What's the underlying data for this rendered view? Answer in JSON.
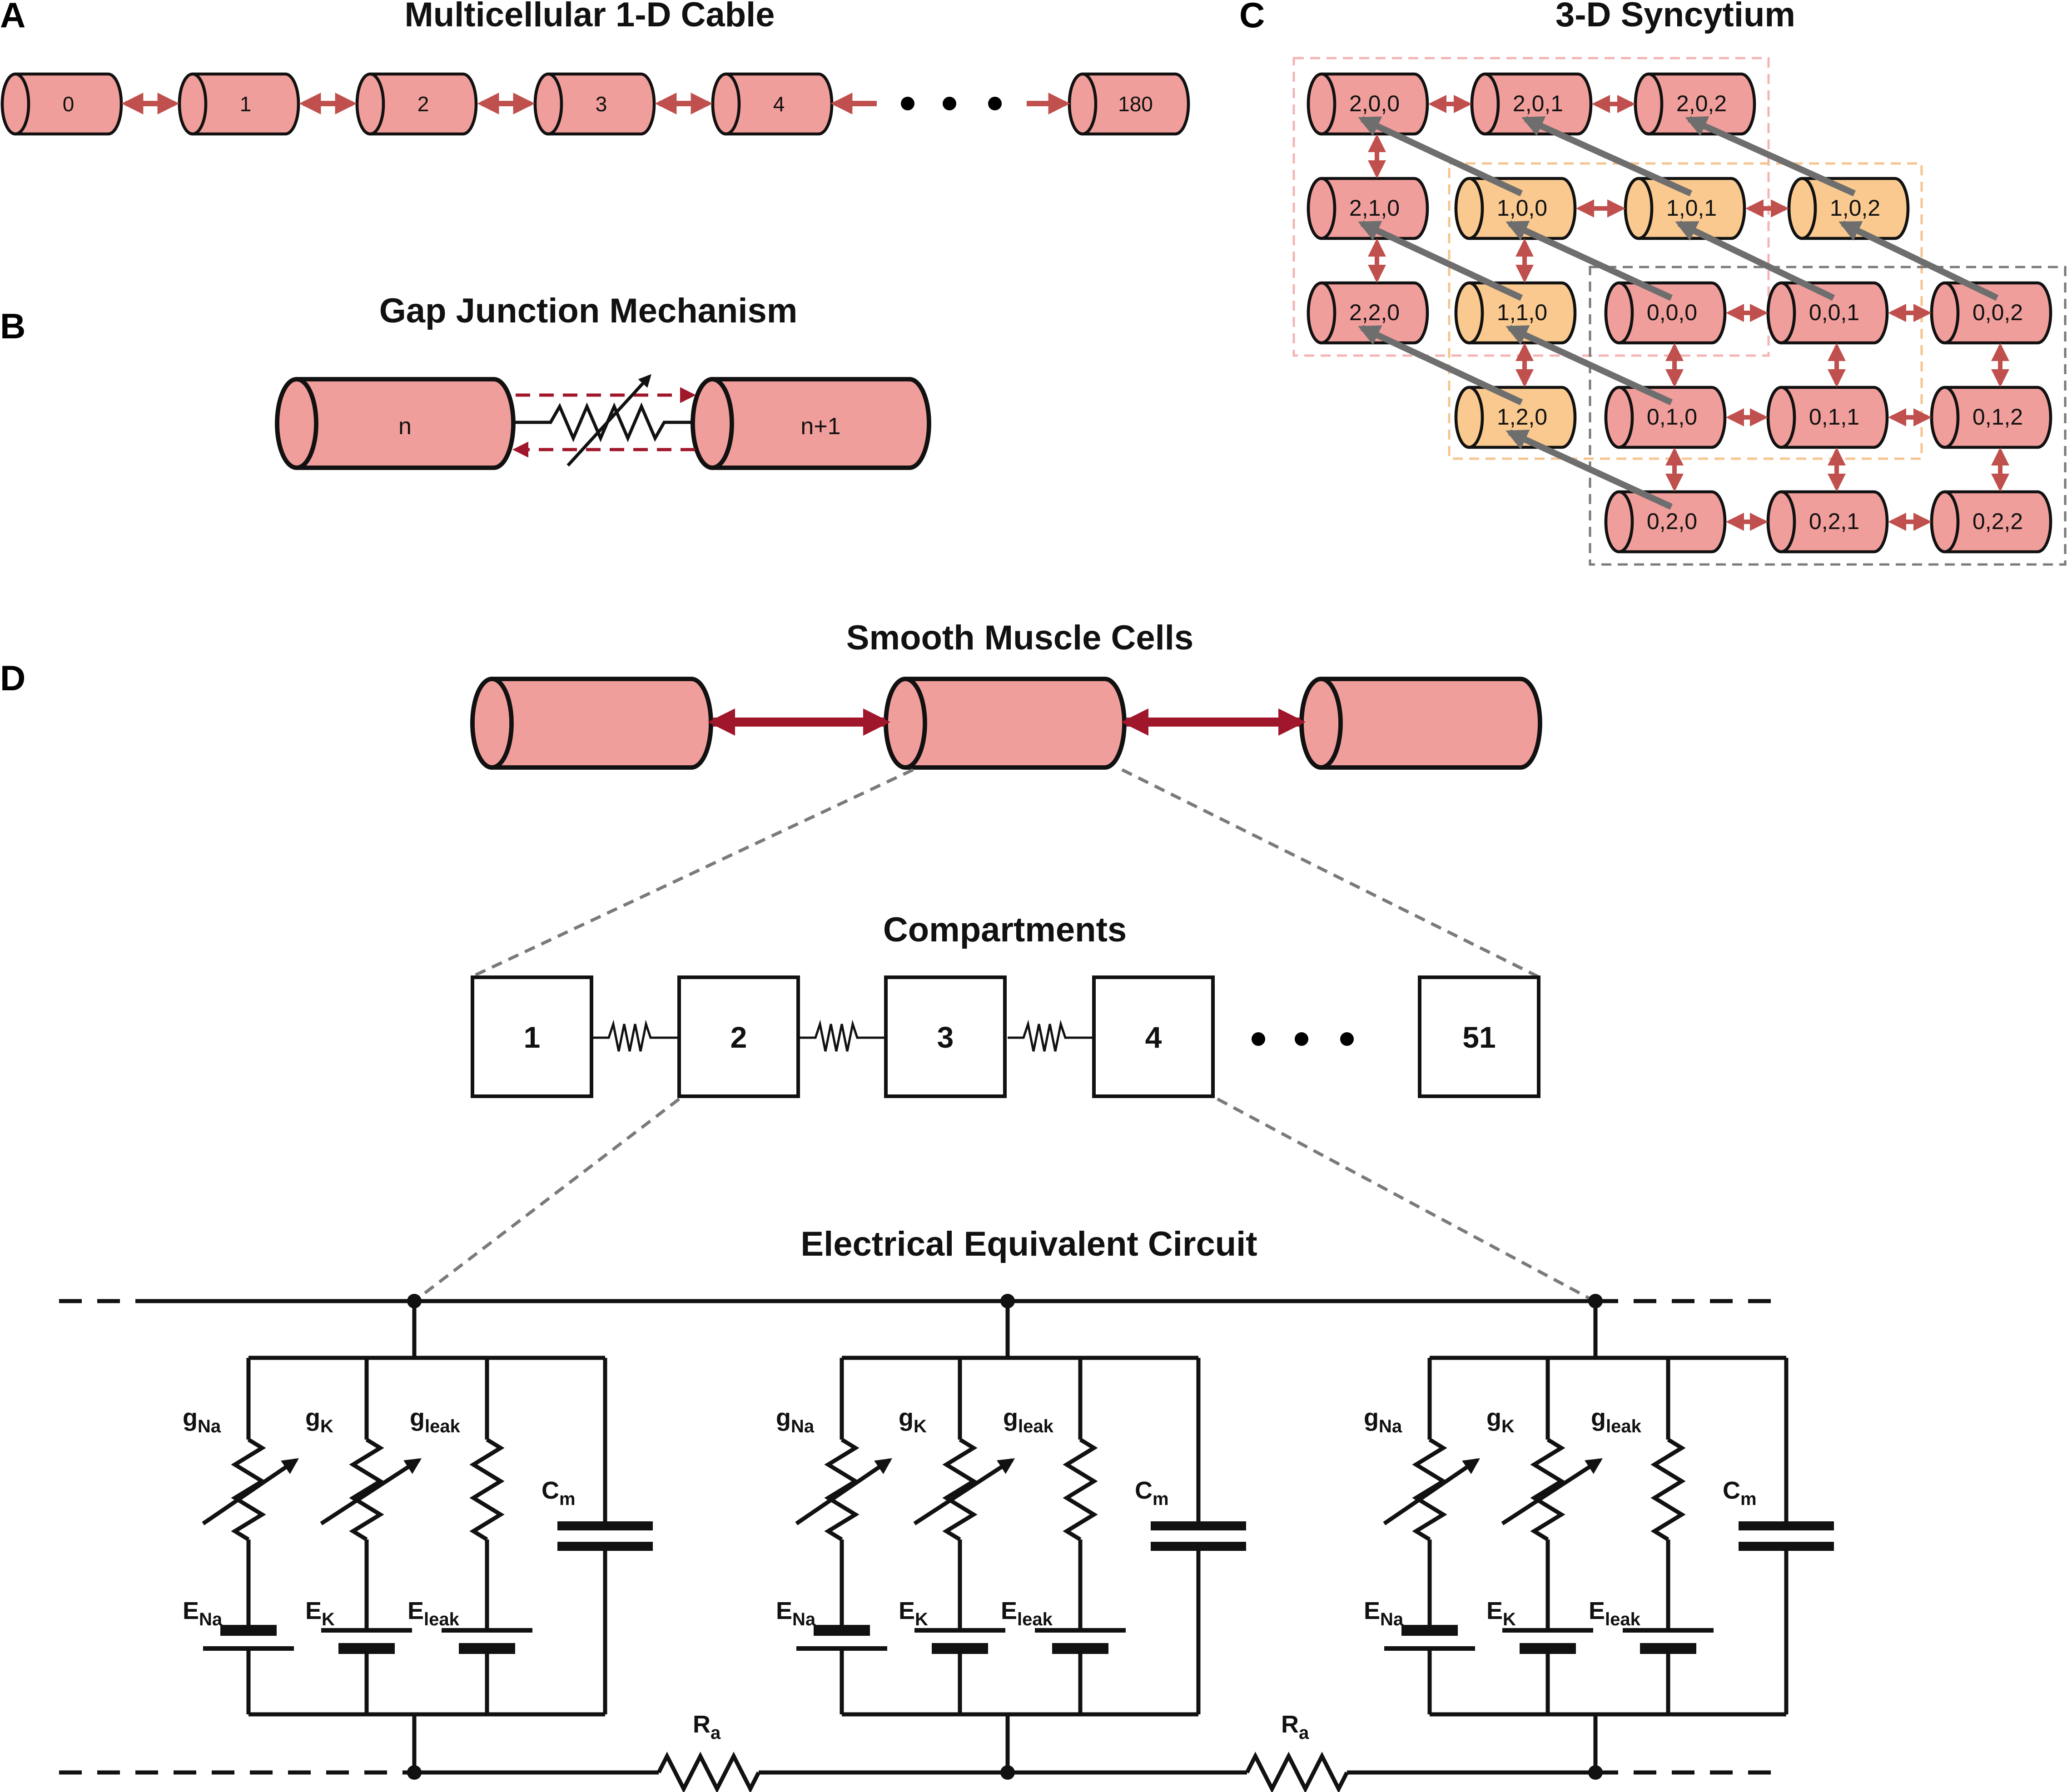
{
  "panels": {
    "a": {
      "letter": "A",
      "title": "Multicellular 1-D Cable",
      "cells": [
        "0",
        "1",
        "2",
        "3",
        "4",
        "180"
      ]
    },
    "b": {
      "letter": "B",
      "title": "Gap Junction Mechanism",
      "cells": [
        "n",
        "n+1"
      ]
    },
    "c": {
      "letter": "C",
      "title": "3-D Syncytium",
      "cells": [
        "2,0,0",
        "2,0,1",
        "2,0,2",
        "2,1,0",
        "1,0,0",
        "1,0,1",
        "1,0,2",
        "2,2,0",
        "1,1,0",
        "0,0,0",
        "0,0,1",
        "0,0,2",
        "1,2,0",
        "0,1,0",
        "0,1,1",
        "0,1,2",
        "0,2,0",
        "0,2,1",
        "0,2,2"
      ]
    },
    "d": {
      "letter": "D",
      "smooth_title": "Smooth Muscle Cells",
      "compartments_title": "Compartments",
      "compartments": [
        "1",
        "2",
        "3",
        "4",
        "51"
      ],
      "circuit_title": "Electrical Equivalent Circuit",
      "circuit": {
        "g_na": {
          "main": "g",
          "sub": "Na"
        },
        "g_k": {
          "main": "g",
          "sub": "K"
        },
        "g_leak": {
          "main": "g",
          "sub": "leak"
        },
        "c_m": {
          "main": "C",
          "sub": "m"
        },
        "e_na": {
          "main": "E",
          "sub": "Na"
        },
        "e_k": {
          "main": "E",
          "sub": "K"
        },
        "e_leak": {
          "main": "E",
          "sub": "leak"
        },
        "r_a": {
          "main": "R",
          "sub": "a"
        }
      }
    }
  },
  "colors": {
    "cell_red": "#f09e9b",
    "cell_orange": "#f9c98f",
    "arrow_red": "#c0504d",
    "arrow_dark_red": "#a0162a",
    "connector_grey": "#6e6e6e",
    "box_red": "#f3b4b4",
    "box_orange": "#f6c48e",
    "box_grey": "#7a7a7a"
  }
}
